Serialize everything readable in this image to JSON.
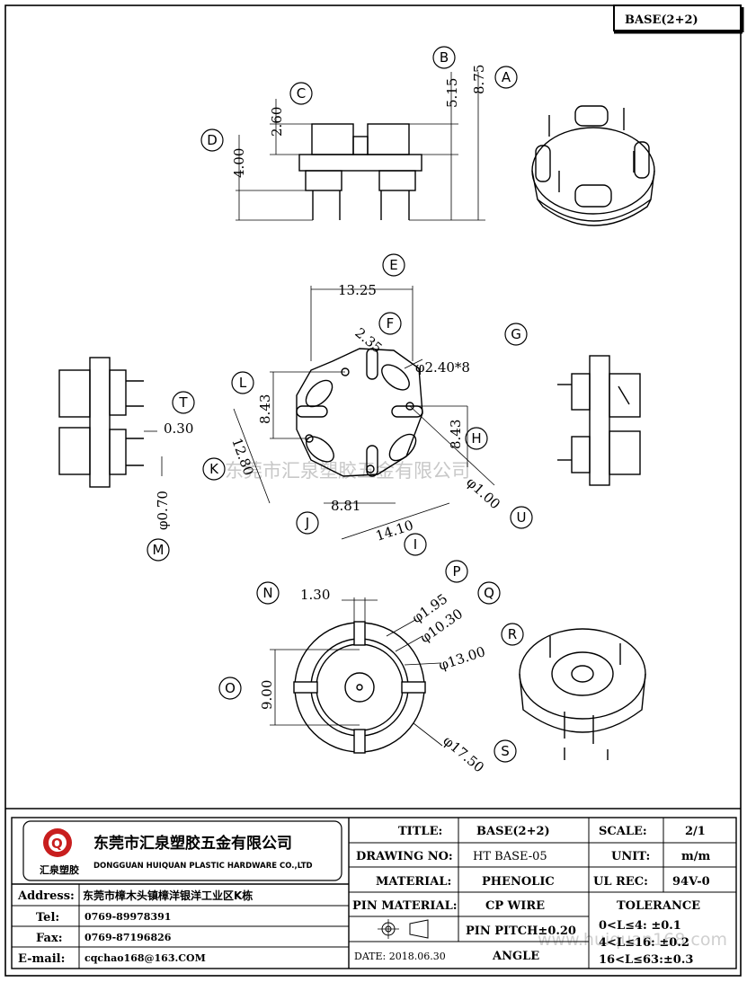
{
  "title_box": "BASE(2+2)",
  "dimensions": {
    "d_875": "8.75",
    "d_515": "5.15",
    "d_260": "2.60",
    "d_400": "4.00",
    "d_1325": "13.25",
    "d_235": "2.35",
    "d_phi240": "φ2.40*8",
    "d_843a": "8.43",
    "d_843b": "8.43",
    "d_1280": "12.80",
    "d_881": "8.81",
    "d_1410": "14.10",
    "d_phi100": "φ1.00",
    "d_030": "0.30",
    "d_phi070": "φ0.70",
    "d_130": "1.30",
    "d_phi195": "φ1.95",
    "d_phi1030": "φ10.30",
    "d_phi1300": "φ13.00",
    "d_900": "9.00",
    "d_phi1750": "φ17.50"
  },
  "callouts": [
    "A",
    "B",
    "C",
    "D",
    "E",
    "F",
    "G",
    "L",
    "T",
    "H",
    "K",
    "J",
    "I",
    "U",
    "M",
    "N",
    "P",
    "Q",
    "R",
    "O",
    "S"
  ],
  "watermark": "东莞市汇泉塑胶五金有限公司",
  "watermark2": "www.huiquan168.com",
  "company": {
    "logo_letter": "Q",
    "logo_caption": "汇泉塑胶",
    "name_cn": "东莞市汇泉塑胶五金有限公司",
    "name_en": "DONGGUAN HUIQUAN PLASTIC HARDWARE CO.,LTD",
    "address_label": "Address:",
    "address": "东莞市樟木头镇樟洋银洋工业区K栋",
    "tel_label": "Tel:",
    "tel": "0769-89978391",
    "fax_label": "Fax:",
    "fax": "0769-87196826",
    "email_label": "E-mail:",
    "email": "cqchao168@163.COM"
  },
  "titleblock": {
    "title_label": "TITLE:",
    "title": "BASE(2+2)",
    "drawing_no_label": "DRAWING NO:",
    "drawing_no": "HT BASE-05",
    "material_label": "MATERIAL:",
    "material": "PHENOLIC",
    "pin_material_label": "PIN MATERIAL:",
    "pin_material": "CP WIRE",
    "pin_pitch": "PIN PITCH±0.20",
    "date": "DATE: 2018.06.30",
    "angle": "ANGLE",
    "scale_label": "SCALE:",
    "scale": "2/1",
    "unit_label": "UNIT:",
    "unit": "m/m",
    "ul_label": "UL REC:",
    "ul": "94V-0",
    "tolerance_label": "TOLERANCE",
    "tol1": "0<L≤4:  ±0.1",
    "tol2": "4<L≤16: ±0.2",
    "tol3": "16<L≤63:±0.3"
  }
}
